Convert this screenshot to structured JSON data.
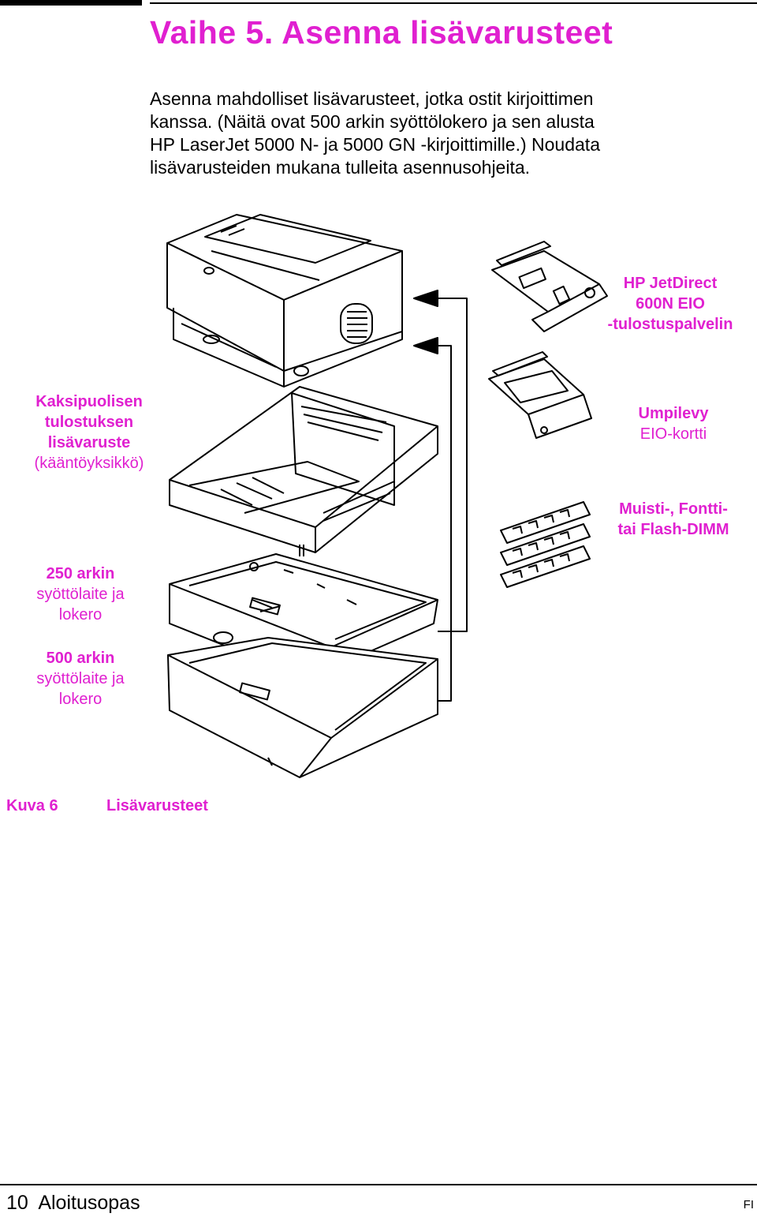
{
  "header": {
    "title": "Vaihe 5. Asenna lisävarusteet"
  },
  "intro": {
    "lines": [
      "Asenna mahdolliset lisävarusteet, jotka ostit kirjoittimen",
      "kanssa. (Näitä ovat 500 arkin syöttölokero ja sen alusta",
      "HP LaserJet 5000 N- ja 5000 GN -kirjoittimille.) Noudata",
      "lisävarusteiden mukana tulleita asennusohjeita."
    ]
  },
  "callouts": {
    "jetdirect": {
      "line1": "HP JetDirect",
      "line2": "600N EIO",
      "line3": "-tulostuspalvelin"
    },
    "umpilevy": {
      "bold": "Umpilevy",
      "normal": "EIO-kortti"
    },
    "dimm": {
      "line1": "Muisti-, Fontti-",
      "line2": "tai Flash-DIMM"
    },
    "duplex": {
      "line1": "Kaksipuolisen",
      "line2": "tulostuksen",
      "line3": "lisävaruste",
      "normal": "(kääntöyksikkö)"
    },
    "tray250": {
      "bold": "250 arkin",
      "normal1": "syöttölaite ja",
      "normal2": "lokero"
    },
    "tray500": {
      "bold": "500 arkin",
      "normal1": "syöttölaite ja",
      "normal2": "lokero"
    }
  },
  "caption": {
    "label": "Kuva 6",
    "text": "Lisävarusteet"
  },
  "footer": {
    "page": "10  Aloitusopas",
    "lang": "FI"
  },
  "colors": {
    "accent": "#e020d0",
    "ink": "#000000"
  }
}
